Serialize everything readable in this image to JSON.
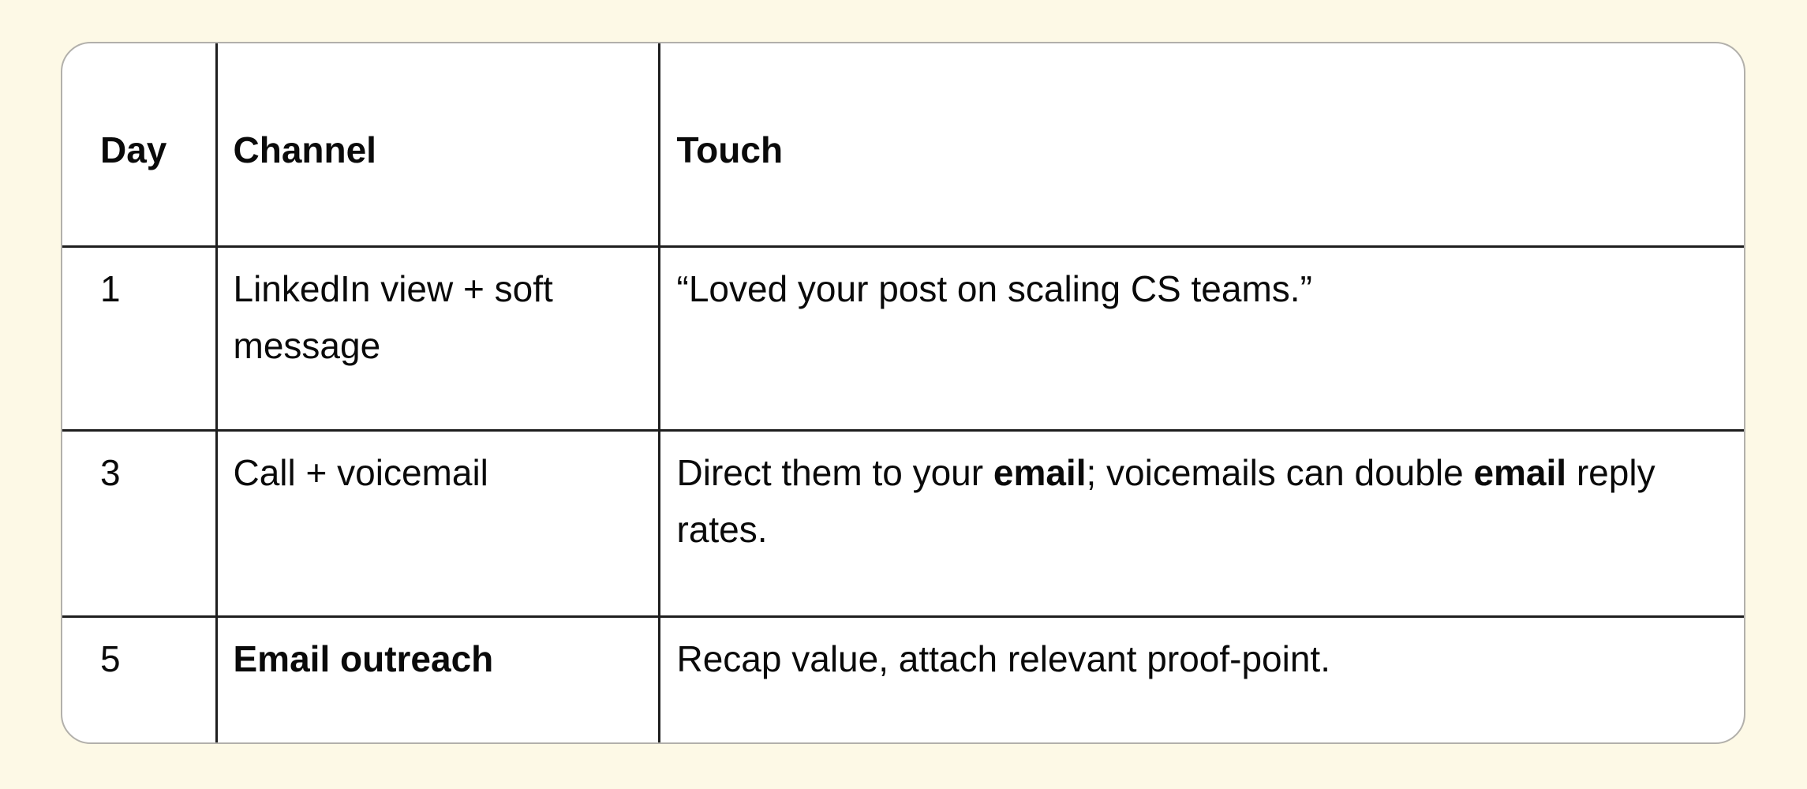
{
  "colors": {
    "page_background": "#FDF9E6",
    "card_background": "#FFFFFF",
    "card_border": "#B2B0AB",
    "grid_line": "#1E1E1E",
    "text": "#0A0A0A"
  },
  "table": {
    "columns": [
      {
        "key": "day",
        "label": "Day"
      },
      {
        "key": "channel",
        "label": "Channel"
      },
      {
        "key": "touch",
        "label": "Touch"
      }
    ],
    "rows": [
      {
        "day": "1",
        "channel": [
          {
            "text": "LinkedIn view + soft message",
            "bold": false
          }
        ],
        "touch": [
          {
            "text": "“Loved your post on scaling CS teams.”",
            "bold": false
          }
        ]
      },
      {
        "day": "3",
        "channel": [
          {
            "text": "Call + voicemail",
            "bold": false
          }
        ],
        "touch": [
          {
            "text": "Direct them to your ",
            "bold": false
          },
          {
            "text": "email",
            "bold": true
          },
          {
            "text": "; voicemails can double ",
            "bold": false
          },
          {
            "text": "email",
            "bold": true
          },
          {
            "text": " reply rates.",
            "bold": false
          }
        ]
      },
      {
        "day": "5",
        "channel": [
          {
            "text": "Email outreach",
            "bold": true
          }
        ],
        "touch": [
          {
            "text": "Recap value, attach relevant proof-point.",
            "bold": false
          }
        ]
      }
    ]
  }
}
